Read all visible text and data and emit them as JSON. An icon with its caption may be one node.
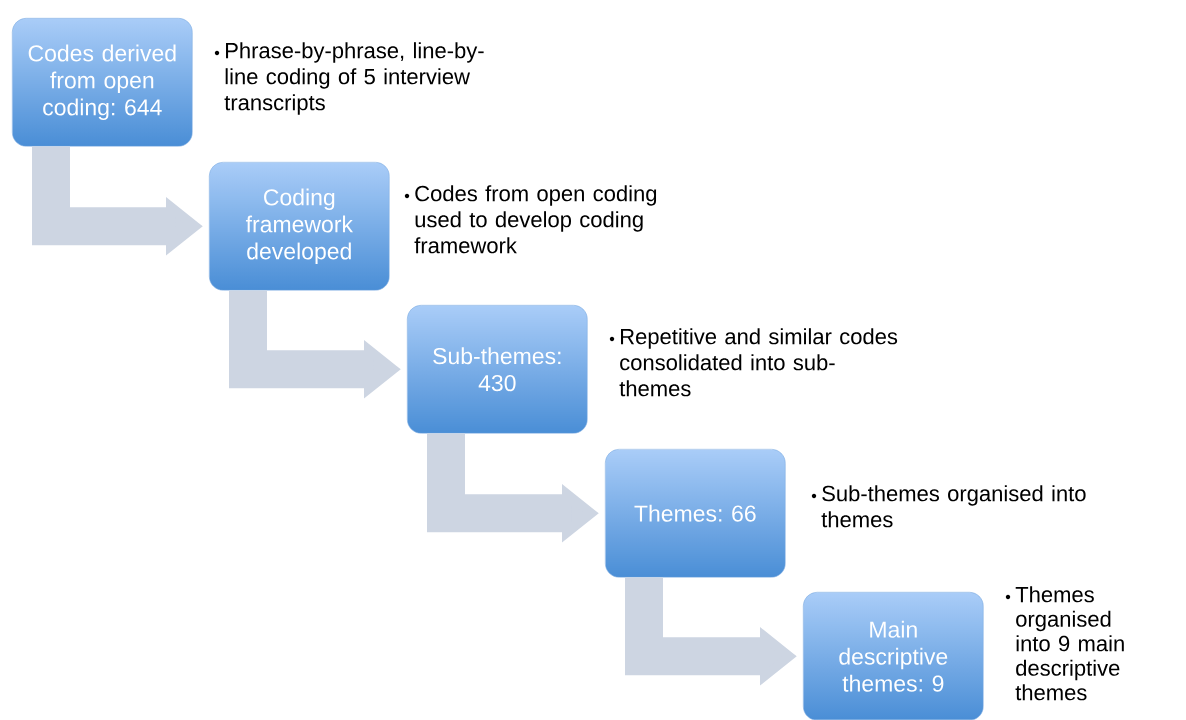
{
  "diagram": {
    "nodes": [
      {
        "text": [
          "Codes derived from open coding: 644"
        ],
        "beside": [
          "Phrase-by-phrase, line-by-line coding of 5 interview transcripts"
        ]
      },
      {
        "text": [
          "Coding framework developed"
        ],
        "beside": [
          "Codes from open coding used to develop coding framework"
        ]
      },
      {
        "text": [
          "Sub-themes: 430"
        ],
        "beside": [
          "Repetitive and similar codes consolidated into sub-themes"
        ]
      },
      {
        "text": [
          "Themes: 66"
        ],
        "beside": [
          "Sub-themes organised into themes"
        ]
      },
      {
        "text": [
          "Main descriptive themes: 9"
        ],
        "beside": [
          "Themes organised into 9 main descriptive themes"
        ]
      }
    ],
    "edges": [
      {
        "from": 0,
        "to": 1,
        "arrow": "to"
      },
      {
        "from": 1,
        "to": 2,
        "arrow": "to"
      },
      {
        "from": 2,
        "to": 3,
        "arrow": "to"
      },
      {
        "from": 3,
        "to": 4,
        "arrow": "to"
      }
    ]
  }
}
